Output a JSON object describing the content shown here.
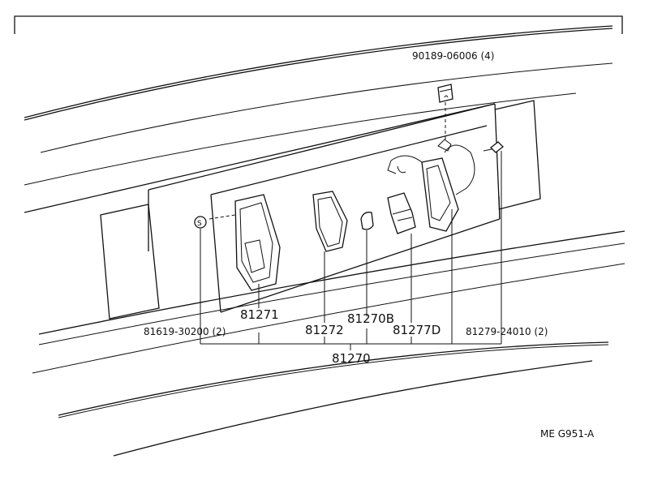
{
  "labels": {
    "bolt_top": "90189-06006 (4)",
    "lens": "81271",
    "gasket": "81272",
    "screw_left": "81619-30200 (2)",
    "bulb": "81270B",
    "socket": "81277D",
    "screw_right": "81279-24010 (2)",
    "assembly": "81270",
    "screw_symbol": "S"
  },
  "footer": {
    "code": "ME  G951-A"
  }
}
